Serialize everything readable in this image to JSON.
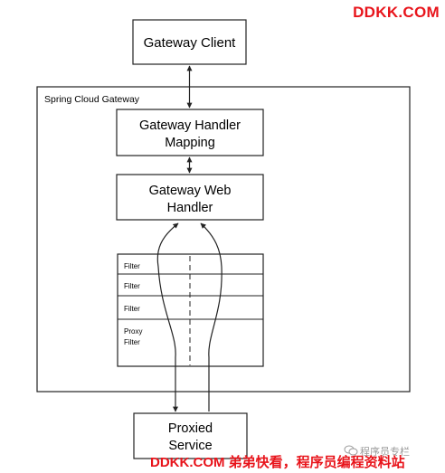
{
  "diagram": {
    "client_label": "Gateway Client",
    "gateway_title": "Spring Cloud Gateway",
    "handler_mapping_line1": "Gateway Handler",
    "handler_mapping_line2": "Mapping",
    "web_handler_line1": "Gateway Web",
    "web_handler_line2": "Handler",
    "filters": [
      "Filter",
      "Filter",
      "Filter"
    ],
    "proxy_filter_line1": "Proxy",
    "proxy_filter_line2": "Filter",
    "proxied_line1": "Proxied",
    "proxied_line2": "Service"
  },
  "watermarks": {
    "top": "DDKK.COM",
    "bottom": "DDKK.COM 弟弟快看，程序员编程资料站",
    "small": "程序员专栏"
  },
  "colors": {
    "line": "#222222",
    "watermark": "#e8141b"
  }
}
